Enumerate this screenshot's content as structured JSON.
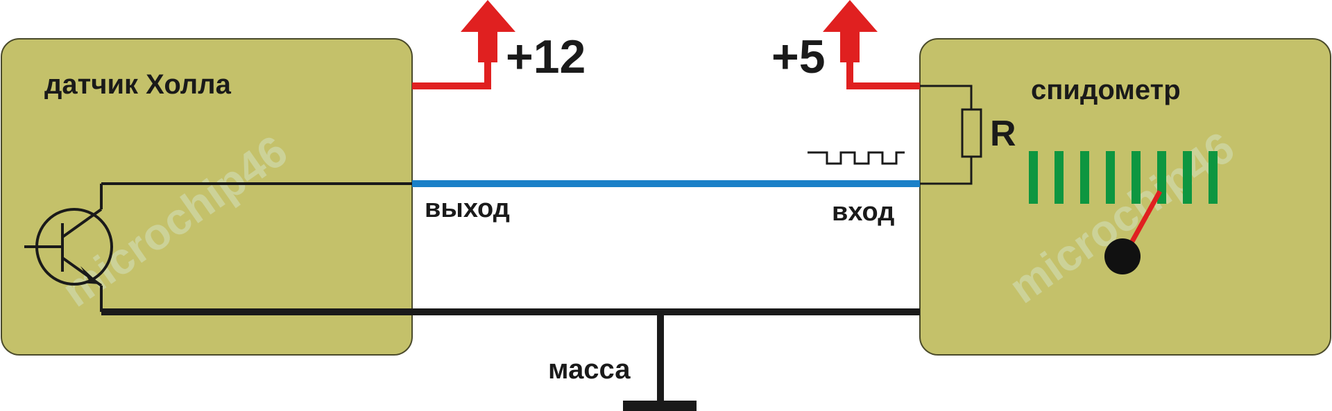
{
  "hall_sensor": {
    "label": "датчик Холла",
    "output_label": "выход"
  },
  "speedometer": {
    "label": "спидометр",
    "input_label": "вход",
    "resistor_label": "R",
    "scale_segments": 8
  },
  "supply_sensor": {
    "label": "+12"
  },
  "supply_speedometer": {
    "label": "+5"
  },
  "ground": {
    "label": "масса"
  },
  "watermark": {
    "text": "microchip46"
  },
  "colors": {
    "block_fill": "#c4c16a",
    "block_stroke": "#4a4a2a",
    "power_wire": "#e02020",
    "signal_wire": "#1a80c8",
    "ground_wire": "#1a1a1a",
    "scale": "#0d9640",
    "needle": "#e02020"
  }
}
